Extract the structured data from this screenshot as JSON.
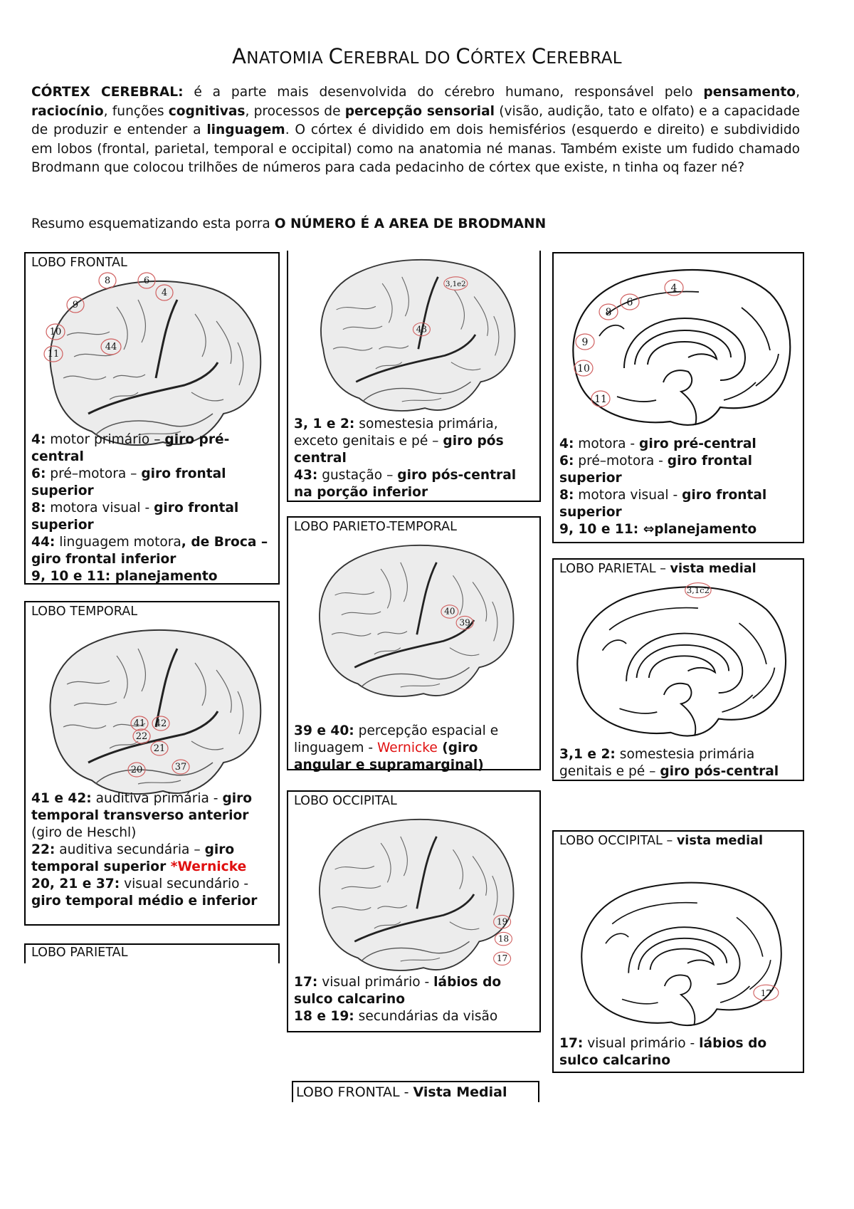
{
  "title": {
    "w1_cap": "A",
    "w1_rest": "NATOMIA",
    "w2_cap": "C",
    "w2_rest": "EREBRAL DO",
    "w3_cap": "C",
    "w3_rest": "ÓRTEX",
    "w4_cap": "C",
    "w4_rest": "EREBRAL"
  },
  "intro": {
    "t1": "CÓRTEX CEREBRAL:",
    "t2": " é a parte mais desenvolvida do cérebro humano, responsável pelo ",
    "t3": "pensamento",
    "t4": ", ",
    "t5": "raciocínio",
    "t6": ", funções ",
    "t7": "cognitivas",
    "t8": ", processos de ",
    "t9": "percepção sensorial",
    "t10": " (visão, audição, tato e olfato) e a capacidade de produzir e entender a ",
    "t11": "linguagem",
    "t12": ". O córtex é dividido em dois hemisférios (esquerdo e direito) e subdividido em lobos (frontal, parietal, temporal e occipital) como na anatomia né manas. Também existe um fudido chamado Brodmann que colocou trilhões de números para cada pedacinho de córtex que existe, n tinha oq fazer né?"
  },
  "summary": {
    "plain": "Resumo esquematizando esta porra ",
    "bold": "O NÚMERO É A AREA DE BRODMANN"
  },
  "frontal": {
    "heading": "LOBO FRONTAL",
    "labels": [
      "8",
      "6",
      "4",
      "9",
      "10",
      "44",
      "11"
    ],
    "l1n": "4:",
    "l1t": " motor primário – ",
    "l1b": "giro pré-central",
    "l2n": "6:",
    "l2t": " pré–motora – ",
    "l2b": "giro frontal superior",
    "l3n": "8:",
    "l3t": " motora visual - ",
    "l3b": "giro frontal superior",
    "l4n": "44:",
    "l4t": " linguagem motora",
    "l4b": ", de Broca – giro frontal inferior",
    "l5b": "9, 10 e 11: planejamento"
  },
  "temporal": {
    "heading": "LOBO TEMPORAL",
    "labels": [
      "41",
      "42",
      "22",
      "21",
      "20",
      "37"
    ],
    "l1n": "41 e 42:",
    "l1t": " auditiva primária - ",
    "l1b": "giro temporal transverso anterior",
    "l1p": " (giro de Heschl)",
    "l2n": "22:",
    "l2t": " auditiva secundária – ",
    "l2b": "giro temporal superior ",
    "l2r": "*Wernicke",
    "l3n": "20, 21 e 37:",
    "l3t": " visual secundário - ",
    "l3b": "giro temporal médio e inferior"
  },
  "parietal_empty": {
    "heading": "LOBO PARIETAL"
  },
  "sensory": {
    "labels": [
      "3,1e2",
      "43"
    ],
    "l1n": "3, 1 e 2:",
    "l1t": " somestesia primária, exceto genitais e pé – ",
    "l1b": "giro pós central",
    "l2n": "43:",
    "l2t": " gustação – ",
    "l2b": "giro pós-central na porção inferior"
  },
  "parieto_temporal": {
    "heading": "LOBO PARIETO-TEMPORAL",
    "labels": [
      "40",
      "39"
    ],
    "l1n": "39 e 40:",
    "l1t": " percepção espacial e linguagem - ",
    "l1r": "Wernicke",
    "l1b": " (giro angular e supramarginal)"
  },
  "occipital": {
    "heading": "LOBO OCCIPITAL",
    "labels": [
      "19",
      "18",
      "17"
    ],
    "l1n": "17:",
    "l1t": " visual primário - ",
    "l1b": "lábios do sulco calcarino",
    "l2n": "18 e 19:",
    "l2t": " secundárias da visão"
  },
  "frontal_medial": {
    "labels": [
      "4",
      "6",
      "8",
      "9",
      "10",
      "11"
    ],
    "l1n": "4:",
    "l1t": " motora - ",
    "l1b": "giro pré-central",
    "l2n": "6:",
    "l2t": " pré–motora - ",
    "l2b": "giro frontal superior",
    "l3n": "8:",
    "l3t": " motora visual - ",
    "l3b": "giro frontal superior",
    "l4b": "9, 10 e 11: ⇔planejamento"
  },
  "parietal_medial": {
    "heading_plain": "LOBO PARIETAL – ",
    "heading_bold": "vista medial",
    "labels": [
      "3,1c2"
    ],
    "l1n": "3,1 e 2:",
    "l1t": " somestesia primária genitais e pé – ",
    "l1b": "giro pós-central"
  },
  "occipital_medial": {
    "heading_plain": "LOBO OCCIPITAL – ",
    "heading_bold": "vista medial",
    "labels": [
      "17"
    ],
    "l1n": "17:",
    "l1t": " visual primário - ",
    "l1b": "lábios do sulco calcarino"
  },
  "bottom_label": {
    "plain": "LOBO FRONTAL - ",
    "bold": "Vista Medial"
  },
  "colors": {
    "accent_red": "#e01010",
    "label_ring": "#d06060"
  }
}
